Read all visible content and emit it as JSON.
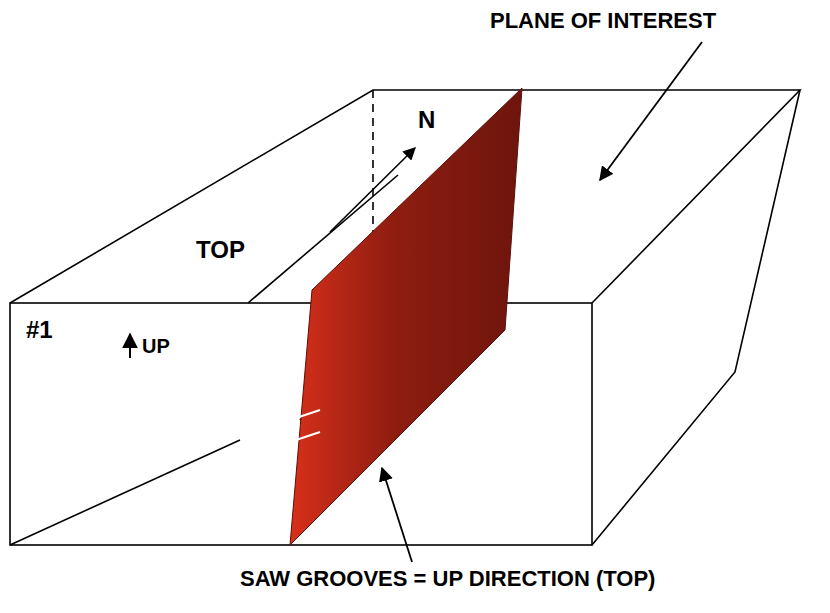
{
  "diagram": {
    "labels": [
      "PLANE OF INTEREST",
      "N",
      "TOP",
      "#1",
      "UP",
      "SAW GROOVES = UP DIRECTION (TOP)"
    ]
  }
}
